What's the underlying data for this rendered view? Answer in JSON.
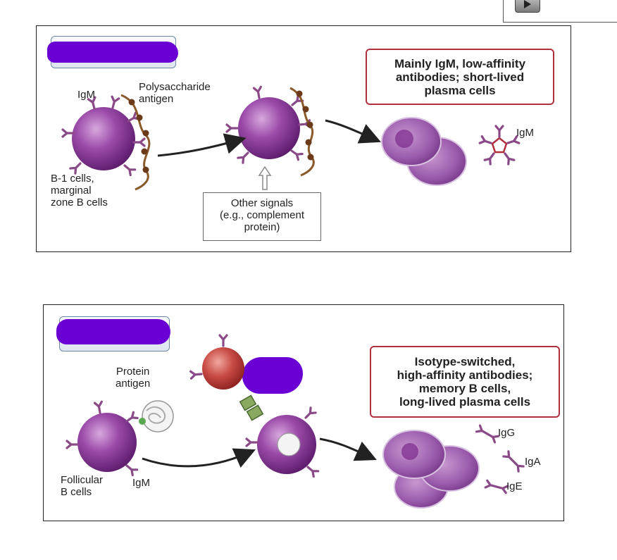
{
  "top_panel": {
    "label_igm": "IgM",
    "label_antigen": [
      "Polysaccharide",
      "antigen"
    ],
    "label_cells": [
      "B-1 cells,",
      "marginal",
      "zone B cells"
    ],
    "signals_box": [
      "Other signals",
      "(e.g., complement",
      "protein)"
    ],
    "result_box": [
      "Mainly IgM, low-affinity",
      "antibodies; short-lived",
      "plasma cells"
    ],
    "label_igm_pentamer": "IgM"
  },
  "bottom_panel": {
    "label_antigen": [
      "Protein",
      "antigen"
    ],
    "label_cells": [
      "Follicular",
      "B cells"
    ],
    "label_igm": "IgM",
    "result_box": [
      "Isotype-switched,",
      "high-affinity antibodies;",
      "memory B cells,",
      "long-lived plasma cells"
    ],
    "label_igg": "IgG",
    "label_iga": "IgA",
    "label_ige": "IgE"
  },
  "colors": {
    "bcell": "#7a2a8a",
    "receptor": "#8a4a88",
    "antigen_strand": "#8a5a2a",
    "antigen_bead": "#6b3a1a",
    "tcell": "#c04040",
    "highlight_box": "#b03040",
    "scribble": "#6a00d4"
  }
}
